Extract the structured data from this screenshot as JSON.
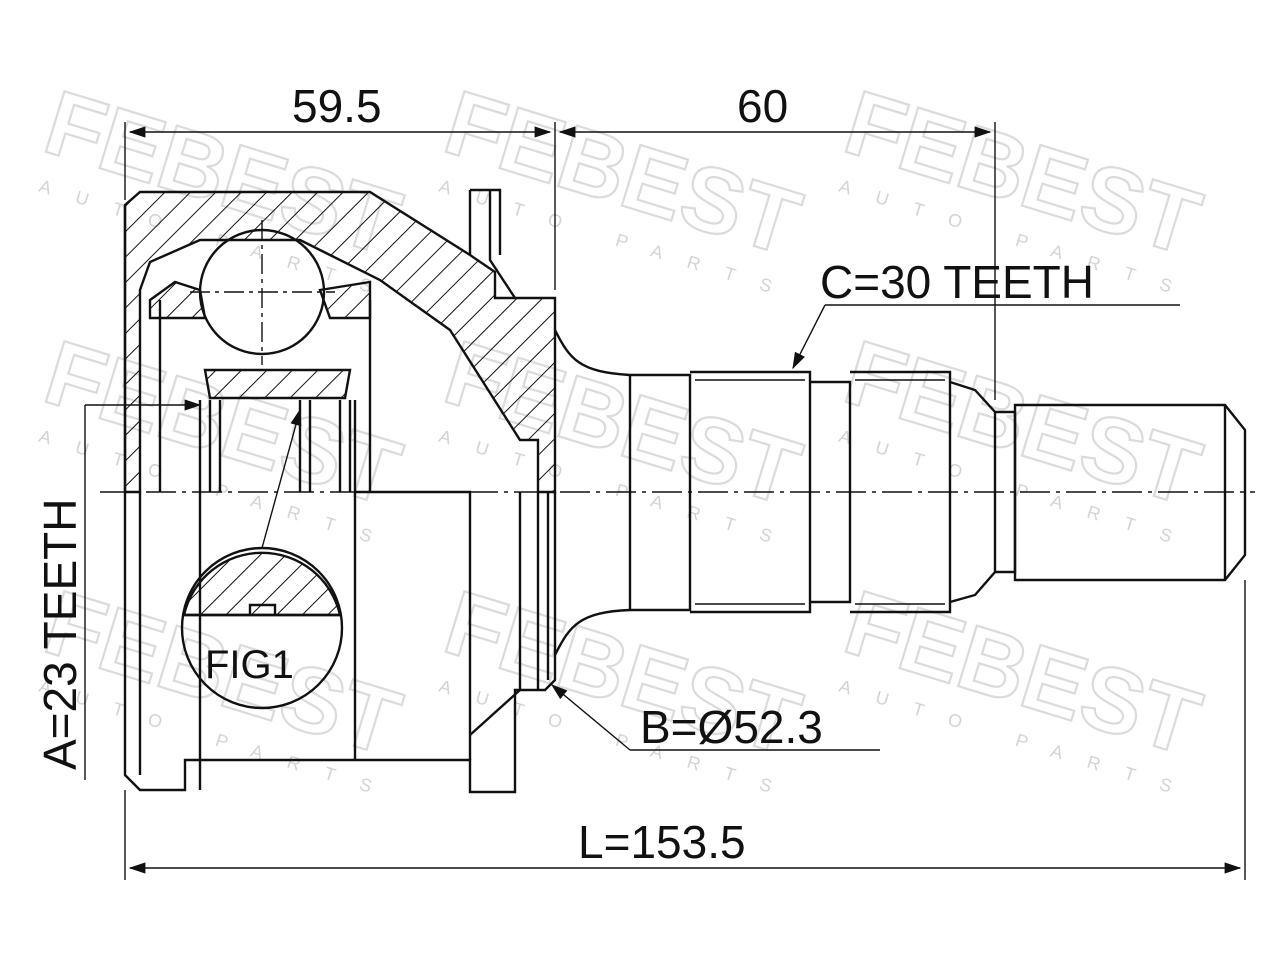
{
  "brand": {
    "watermark": "FEBEST",
    "watermark_sub": "AUTO PARTS"
  },
  "dimensions": {
    "top_left": "59.5",
    "top_right": "60",
    "spline_c": "C=30 TEETH",
    "spline_a": "A=23 TEETH",
    "diameter_b": "B=Ø52.3",
    "length_l": "L=153.5"
  },
  "figure": {
    "detail_label": "FIG1"
  }
}
